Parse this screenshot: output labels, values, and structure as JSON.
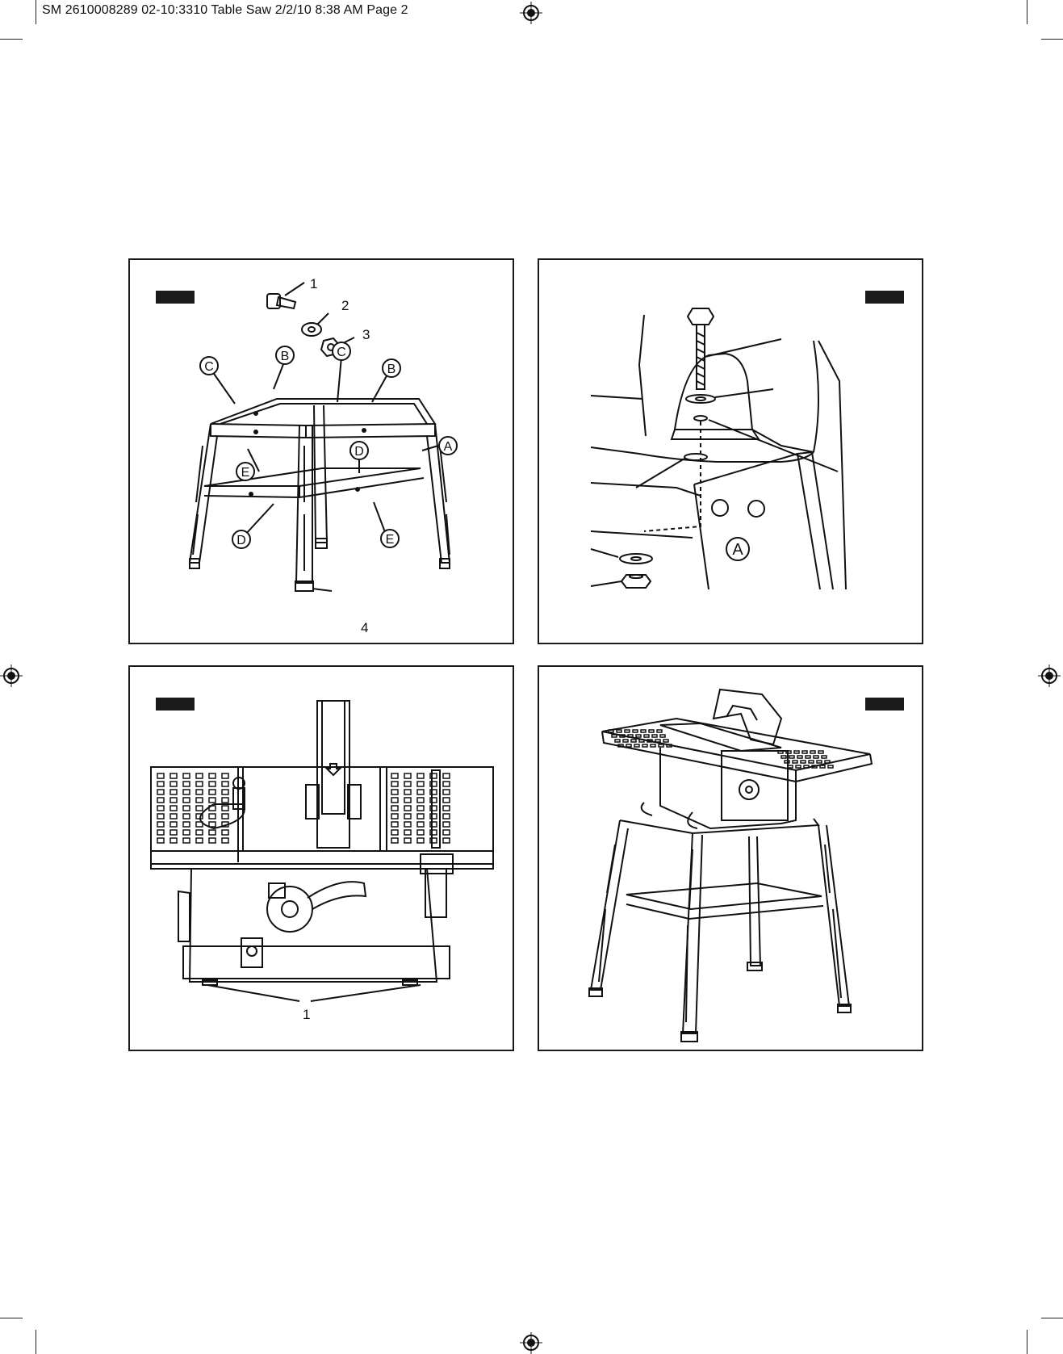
{
  "header": {
    "text": "SM 2610008289 02-10:3310 Table Saw  2/2/10  8:38 AM  Page 2"
  },
  "figure1": {
    "parts": [
      "1",
      "2",
      "3",
      "4"
    ],
    "letters": {
      "A": "A",
      "B": "B",
      "C": "C",
      "D": "D",
      "E": "E"
    }
  },
  "figure2": {
    "letter": "A"
  },
  "figure3": {
    "part": "1"
  },
  "icons": [
    "registration-mark",
    "crop-mark",
    "figure-number-tag"
  ]
}
